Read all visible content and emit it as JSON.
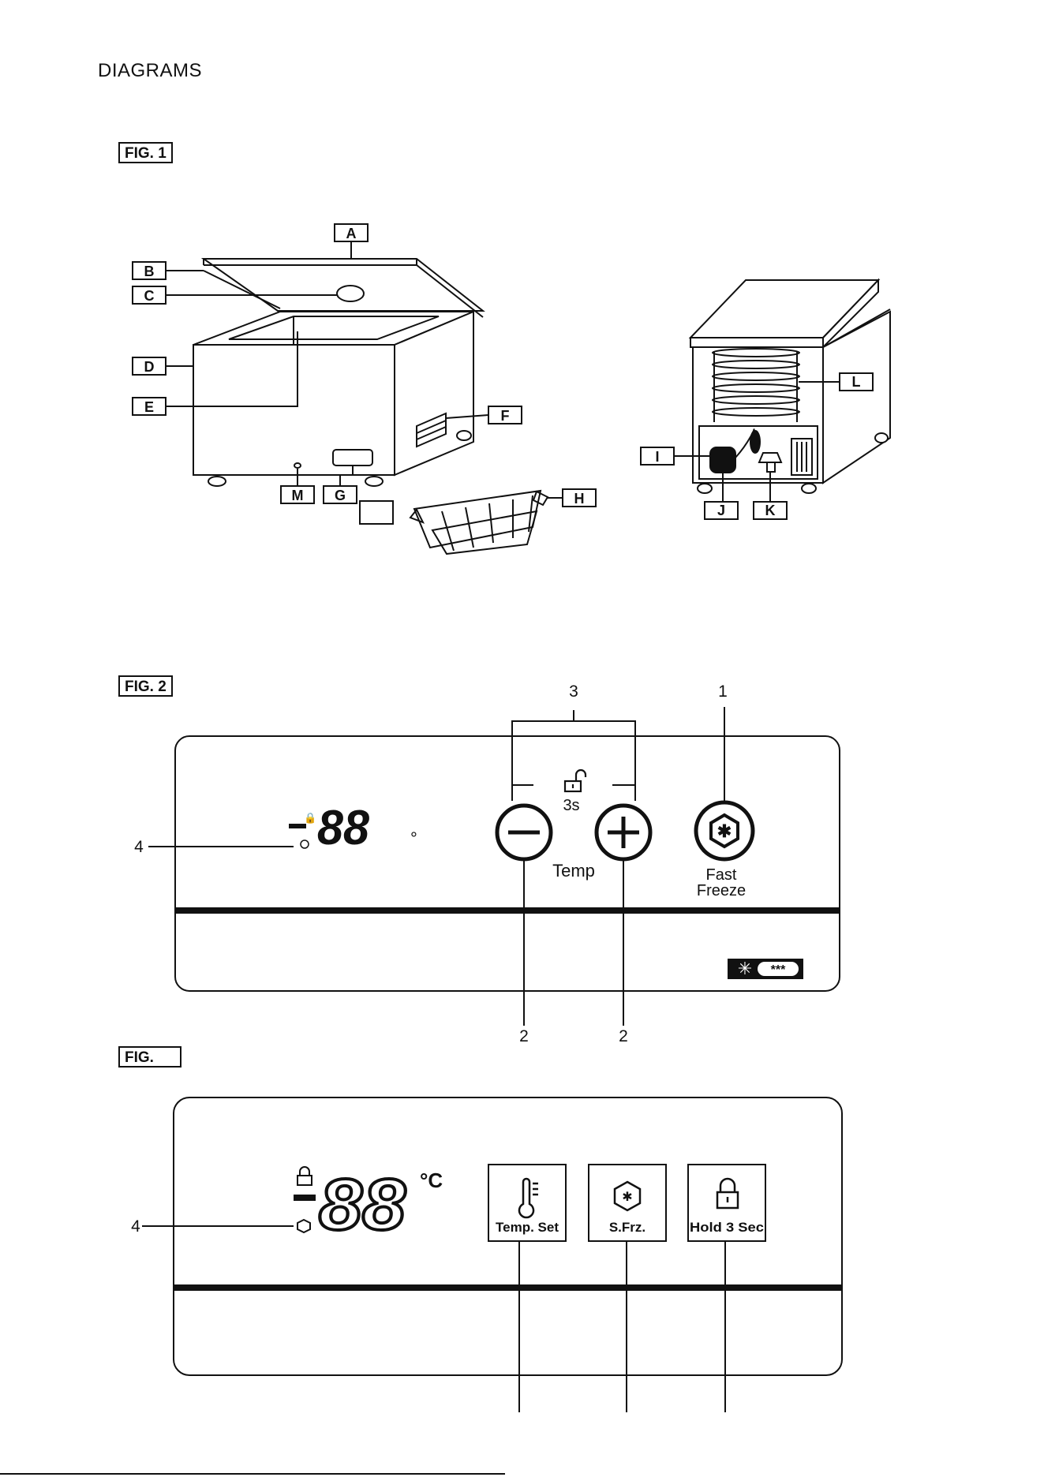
{
  "page": {
    "title": "DIAGRAMS"
  },
  "fig1": {
    "tag": "FIG. 1",
    "labels": {
      "A": "A",
      "B": "B",
      "C": "C",
      "D": "D",
      "E": "E",
      "F": "F",
      "G": "G",
      "H": "H",
      "I": "I",
      "J": "J",
      "K": "K",
      "L": "L",
      "M": "M"
    }
  },
  "fig2": {
    "tag": "FIG. 2",
    "callouts": {
      "n1": "1",
      "n2a": "2",
      "n2b": "2",
      "n3": "3",
      "n4": "4"
    },
    "display_digits": "88",
    "degree_mark": "°",
    "lock_time": "3s",
    "temp_label": "Temp",
    "fast_freeze_line1": "Fast",
    "fast_freeze_line2": "Freeze",
    "star_rating": "***"
  },
  "fig3": {
    "tag": "FIG.",
    "callouts": {
      "n4": "4"
    },
    "display_digits": "88",
    "unit": "°C",
    "buttons": {
      "temp_set": "Temp. Set",
      "super_freeze": "S.Frz.",
      "hold": "Hold 3 Sec"
    }
  },
  "icons": [
    "lock-icon",
    "snowflake-hexagon-icon",
    "thermometer-icon",
    "minus-icon",
    "plus-icon",
    "padlock-icon"
  ]
}
